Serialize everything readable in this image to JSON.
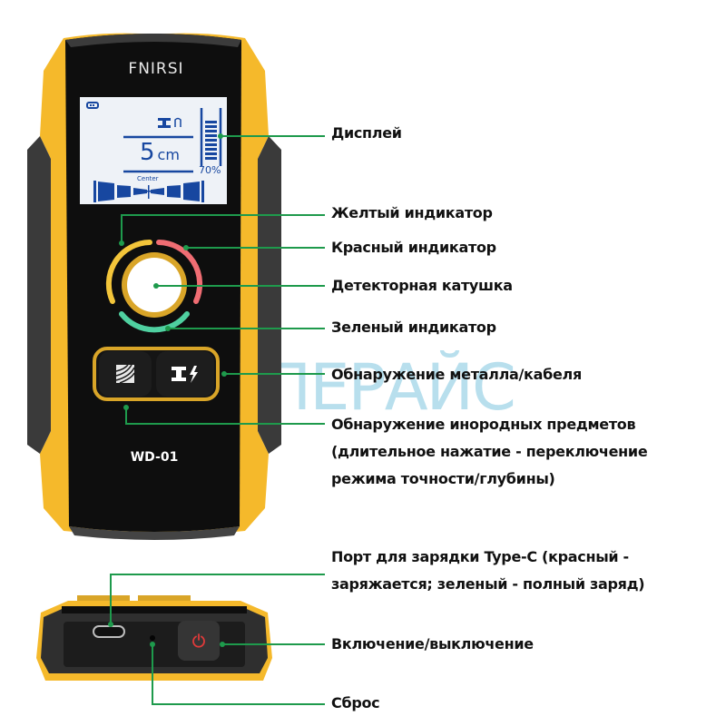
{
  "device": {
    "brand": "FNIRSI",
    "model": "WD-01",
    "screen": {
      "battery_icon": "battery-icon",
      "mode_icon": "metal-detect-icon",
      "depth_value": "5",
      "depth_unit": "cm",
      "signal_percent": "70%",
      "signal_bars": 9,
      "center_label": "Center"
    },
    "buttons": [
      {
        "name": "foreign-object-button",
        "icon": "wave-scan-icon"
      },
      {
        "name": "metal-cable-button",
        "icon": "beam-lightning-icon",
        "glyph": "I⚡"
      }
    ],
    "indicators": {
      "yellow": "#f3c53a",
      "red": "#f06d73",
      "green": "#4fd0a0"
    },
    "bottom_view": {
      "port": "usb-c-port",
      "reset": "reset-hole",
      "power": "power-icon",
      "power_color": "#e03a3a"
    }
  },
  "annotations": {
    "display": "Дисплей",
    "yellow_indicator": "Желтый индикатор",
    "red_indicator": "Красный индикатор",
    "detector_coil": "Детекторная катушка",
    "green_indicator": "Зеленый индикатор",
    "metal_cable": "Обнаружение металла/кабеля",
    "foreign_objects_line1": "Обнаружение инородных предметов",
    "foreign_objects_line2": "(длительное нажатие - переключение",
    "foreign_objects_line3": "режима точности/глубины)",
    "typec_line1": "Порт для зарядки Type-C (красный -",
    "typec_line2": "заряжается; зеленый - полный заряд)",
    "power": "Включение/выключение",
    "reset": "Сброс"
  },
  "watermark": "УПЕРАЙС",
  "colors": {
    "body_yellow": "#f5b92b",
    "body_black": "#111111",
    "lcd_bg": "#eef2f7",
    "lcd_ink": "#1747a0",
    "callout_green": "#1e9a4c"
  }
}
